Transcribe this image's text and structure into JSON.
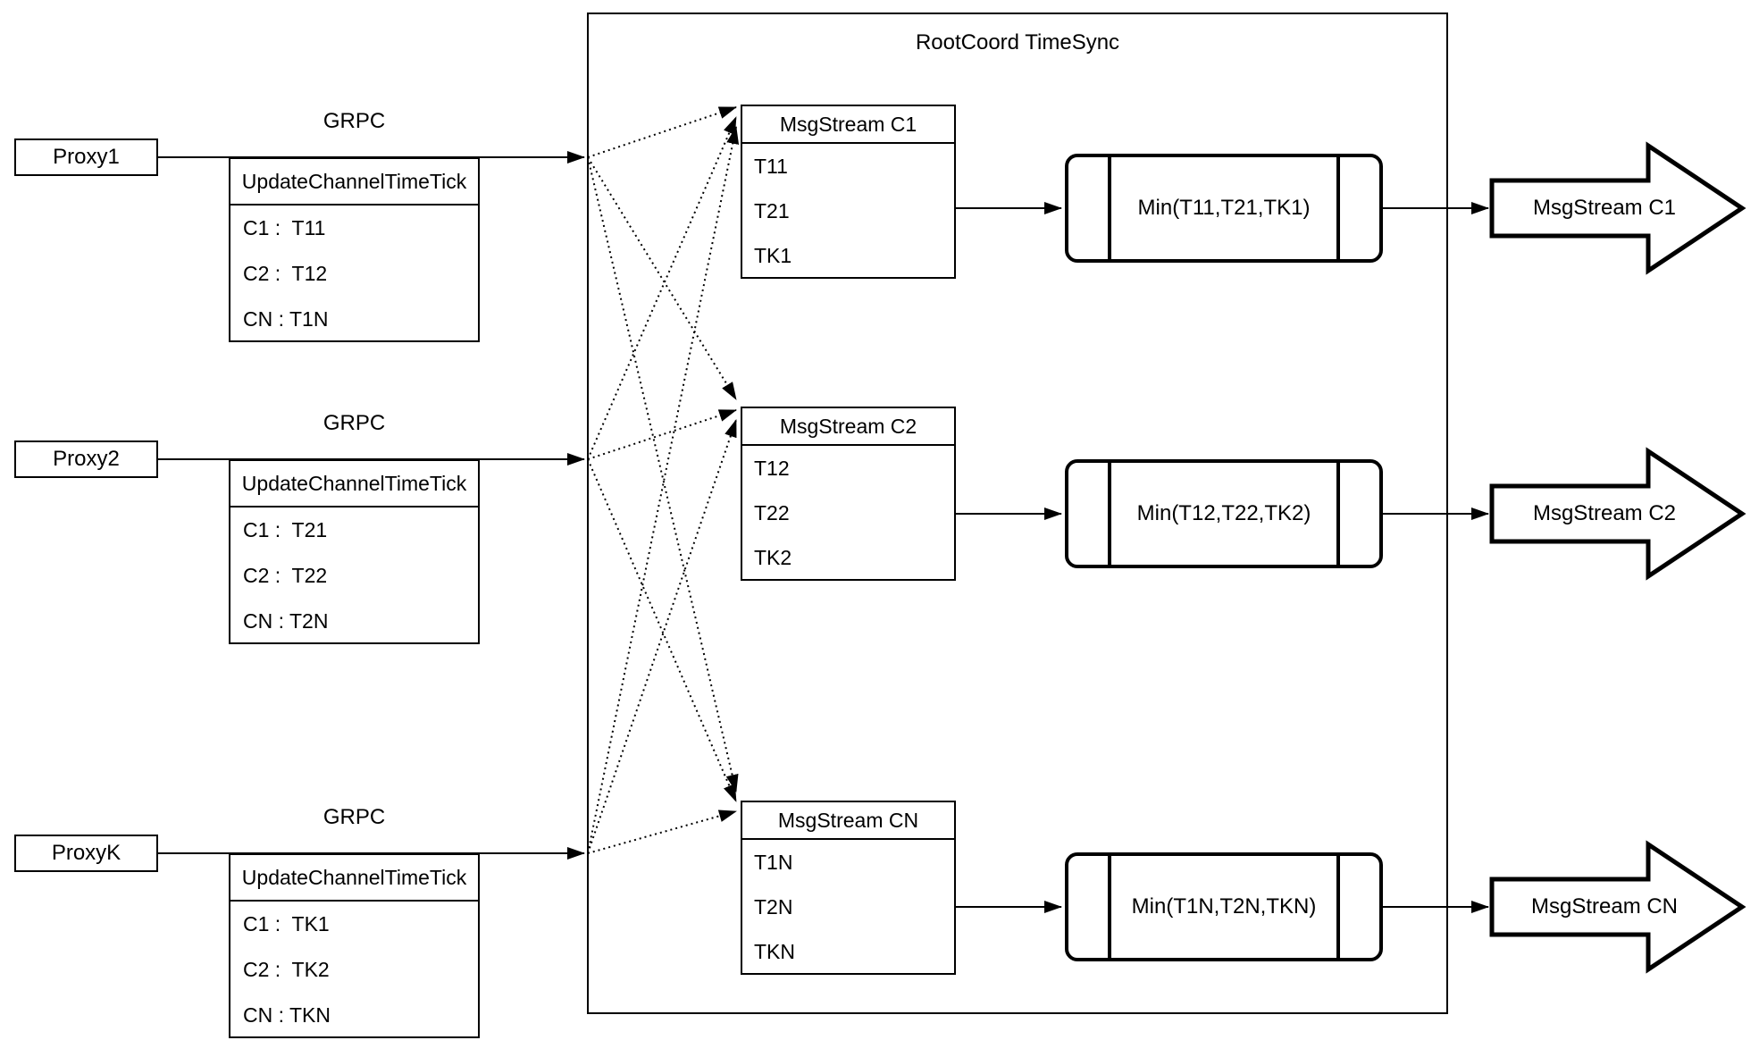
{
  "diagram": {
    "container_title": "RootCoord TimeSync",
    "grpc_label": "GRPC",
    "update_table_header": "UpdateChannelTimeTick",
    "rows": [
      {
        "proxy_label": "Proxy1",
        "update_rows": [
          "C1 :  T11",
          "C2 :  T12",
          "CN : T1N"
        ],
        "stream_title": "MsgStream C1",
        "stream_rows": [
          "T11",
          "T21",
          "TK1"
        ],
        "min_label": "Min(T11,T21,TK1)",
        "output_arrow_label": "MsgStream C1"
      },
      {
        "proxy_label": "Proxy2",
        "update_rows": [
          "C1 :  T21",
          "C2 :  T22",
          "CN : T2N"
        ],
        "stream_title": "MsgStream C2",
        "stream_rows": [
          "T12",
          "T22",
          "TK2"
        ],
        "min_label": "Min(T12,T22,TK2)",
        "output_arrow_label": "MsgStream C2"
      },
      {
        "proxy_label": "ProxyK",
        "update_rows": [
          "C1 :  TK1",
          "C2 :  TK2",
          "CN : TKN"
        ],
        "stream_title": "MsgStream CN",
        "stream_rows": [
          "T1N",
          "T2N",
          "TKN"
        ],
        "min_label": "Min(T1N,T2N,TKN)",
        "output_arrow_label": "MsgStream CN"
      }
    ],
    "colors": {
      "stroke": "#000000",
      "background": "#ffffff"
    }
  }
}
